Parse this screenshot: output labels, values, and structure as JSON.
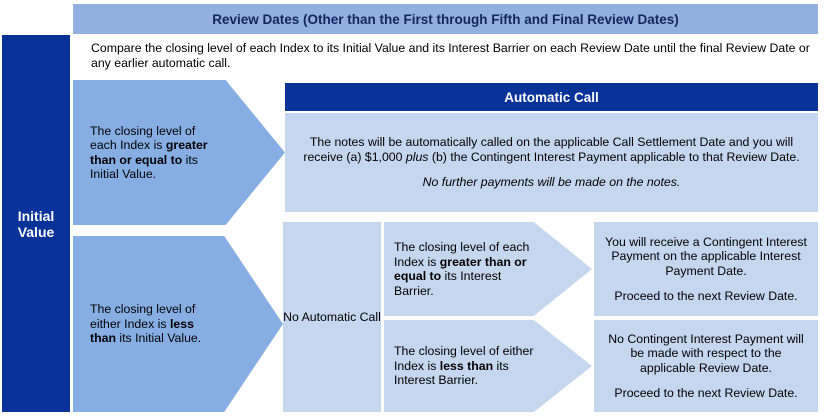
{
  "header": {
    "title": "Review Dates (Other than the First through Fifth and Final Review Dates)"
  },
  "intro": {
    "text": "Compare the closing level of each Index to its Initial Value and its Interest Barrier on each Review Date until the final Review Date or any earlier automatic call."
  },
  "left_rail": {
    "label": "Initial Value"
  },
  "branch_initial_value": {
    "condition_met": {
      "text_plain": "The closing level of each Index is greater than or equal to its Initial Value.",
      "text_parts": [
        {
          "t": "The closing level of each Index is ",
          "bold": false
        },
        {
          "t": "greater than or equal to",
          "bold": true
        },
        {
          "t": " its Initial Value.",
          "bold": false
        }
      ]
    },
    "condition_failed": {
      "text_plain": "The closing level of either Index is less than its Initial Value.",
      "text_parts": [
        {
          "t": "The closing level of either Index is ",
          "bold": false
        },
        {
          "t": "less than",
          "bold": true
        },
        {
          "t": " its Initial Value.",
          "bold": false
        }
      ]
    }
  },
  "automatic_call": {
    "title": "Automatic Call",
    "body_line1_parts": [
      {
        "t": "The notes will be automatically called on the applicable Call Settlement Date and you will receive (a) $1,000 ",
        "bold": false,
        "italic": false
      },
      {
        "t": "plus",
        "bold": false,
        "italic": true
      },
      {
        "t": " (b) the Contingent Interest Payment applicable to that Review Date.",
        "bold": false,
        "italic": false
      }
    ],
    "body_line1_plain": "The notes will be automatically called on the applicable Call Settlement Date and you will receive (a) $1,000 plus (b) the Contingent Interest Payment applicable to that Review Date.",
    "body_line2": "No further payments will be made on the notes."
  },
  "no_automatic_call": {
    "label": "No Automatic Call"
  },
  "branch_interest_barrier": {
    "condition_met": {
      "text_plain": "The closing level of each Index is greater than or equal to its Interest Barrier.",
      "text_parts": [
        {
          "t": "The closing level of each Index is ",
          "bold": false
        },
        {
          "t": "greater than or equal to",
          "bold": true
        },
        {
          "t": " its Interest Barrier.",
          "bold": false
        }
      ]
    },
    "condition_failed": {
      "text_plain": "The closing level of either Index is less than its Interest Barrier.",
      "text_parts": [
        {
          "t": "The closing level of either Index is ",
          "bold": false
        },
        {
          "t": "less than",
          "bold": true
        },
        {
          "t": " its Interest Barrier.",
          "bold": false
        }
      ]
    }
  },
  "outcomes": {
    "payment_made": {
      "line1": "You will receive a Contingent Interest Payment on the applicable Interest Payment Date.",
      "line2": "Proceed to the next Review Date."
    },
    "payment_not_made": {
      "line1": "No Contingent Interest Payment will be made with respect to the applicable Review Date.",
      "line2": "Proceed to the next Review Date."
    }
  },
  "colors": {
    "navy": "#0A3399",
    "header_blue": "#91B0E0",
    "medium_blue": "#87AEE4",
    "light_blue": "#C5D6EF",
    "background": "#FFFFFF",
    "text": "#000000"
  }
}
